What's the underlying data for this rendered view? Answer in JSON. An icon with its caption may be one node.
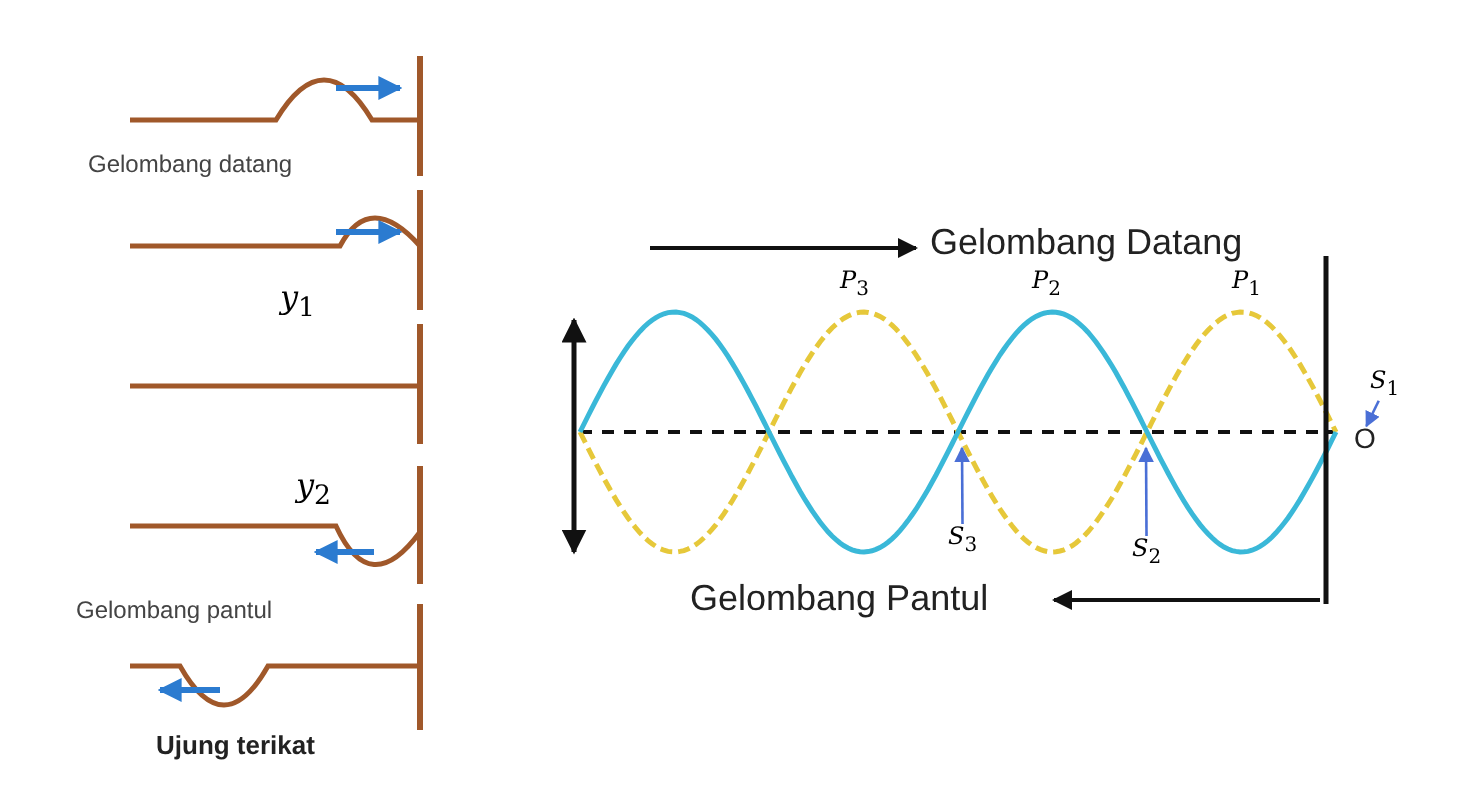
{
  "diagram": {
    "nodes": [
      {
        "text": [
          "*S*$_{3}$"
        ]
      },
      {
        "text": [
          "*S*$_{2}$"
        ]
      },
      {
        "text": [
          "*S*$_{1}$"
        ]
      },
      {
        "text": [
          "O"
        ]
      }
    ],
    "edges": [
      {
        "from": 0,
        "to": null,
        "arrow": "to"
      },
      {
        "from": 1,
        "to": null,
        "arrow": "to"
      },
      {
        "from": 2,
        "to": 3,
        "arrow": "to"
      }
    ],
    "labels": [
      "Gelombang datang",
      "*y*$_{1}$",
      "*y*$_{2}$",
      "Gelombang pantul",
      "Ujung terikat",
      "Gelombang Datang",
      "*P*$_{3}$",
      "*P*$_{2}$",
      "*P*$_{1}$",
      "Gelombang Pantul"
    ]
  }
}
